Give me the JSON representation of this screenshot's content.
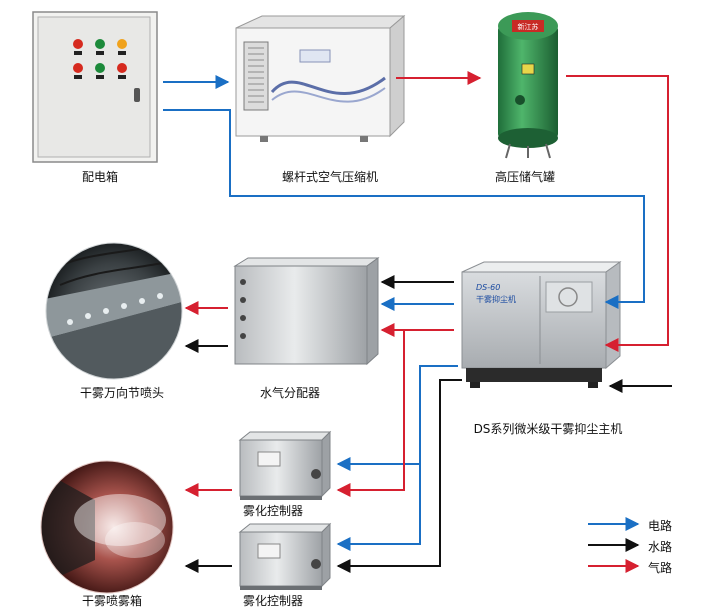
{
  "labels": {
    "distribution_box": "配电箱",
    "screw_compressor": "螺杆式空气压缩机",
    "air_tank": "高压储气罐",
    "nozzle": "干雾万向节喷头",
    "water_gas_distributor": "水气分配器",
    "main_unit": "DS系列微米级干雾抑尘主机",
    "atomizing_controller_1": "雾化控制器",
    "spray_box": "干雾喷雾箱",
    "atomizing_controller_2": "雾化控制器"
  },
  "tank_badge": "新江苏",
  "main_unit_model": "DS-60",
  "main_unit_name": "干雾抑尘机",
  "legend": [
    {
      "label": "电路",
      "color": "#1a6fc4"
    },
    {
      "label": "水路",
      "color": "#111111"
    },
    {
      "label": "气路",
      "color": "#d62030"
    }
  ],
  "colors": {
    "electric": "#1a6fc4",
    "water": "#111111",
    "air": "#d62030"
  }
}
